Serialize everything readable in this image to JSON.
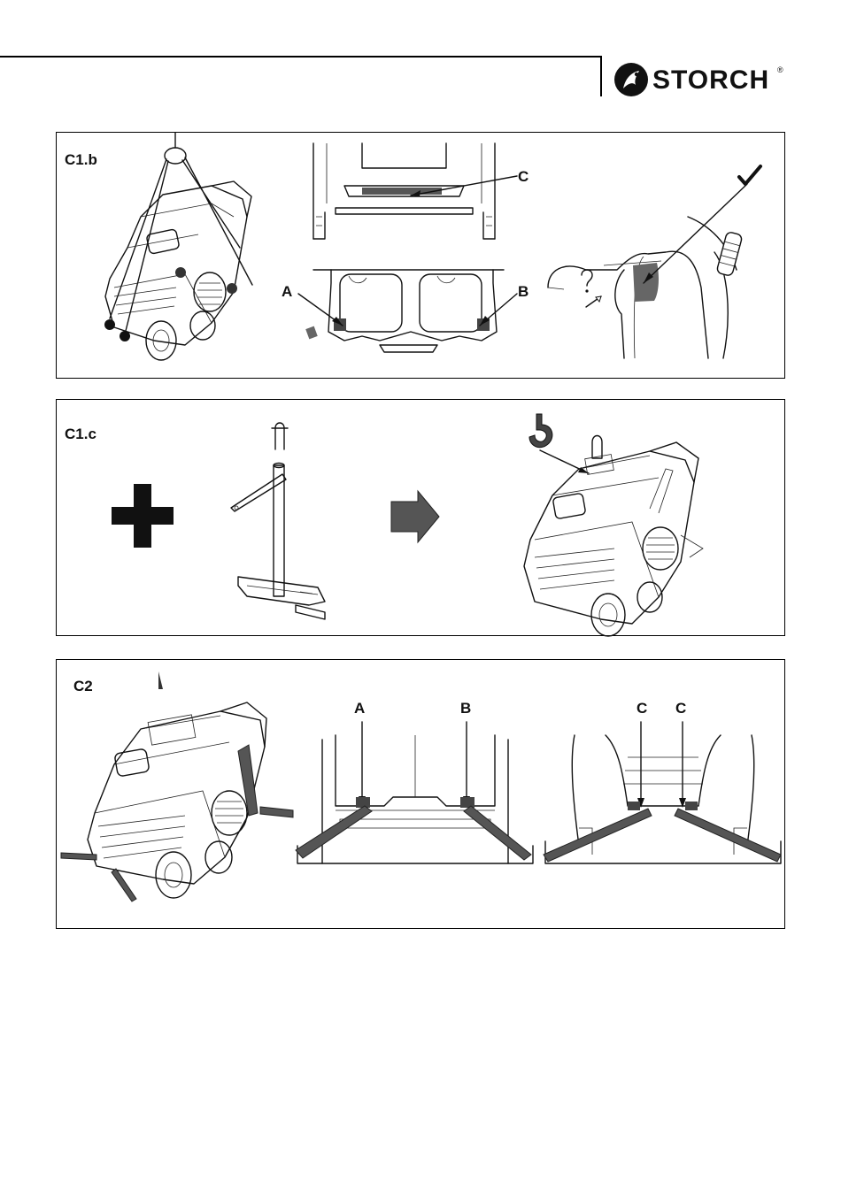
{
  "brand": {
    "name": "STORCH",
    "reg_mark": "®"
  },
  "panels": [
    {
      "id": "C1.b",
      "label": "C1.b",
      "callouts": {
        "a": "A",
        "b": "B",
        "c": "C",
        "check": "✔"
      }
    },
    {
      "id": "C1.c",
      "label": "C1.c"
    },
    {
      "id": "C2",
      "label": "C2",
      "callouts": {
        "a": "A",
        "b": "B",
        "c1": "C",
        "c2": "C"
      }
    }
  ],
  "colors": {
    "ink": "#111111",
    "strap": "#555555",
    "highlight": "#666666"
  },
  "icons": [
    "storch-logo-icon",
    "check-icon",
    "plus-icon",
    "arrow-right-icon",
    "crane-hook-icon",
    "question-icon"
  ]
}
